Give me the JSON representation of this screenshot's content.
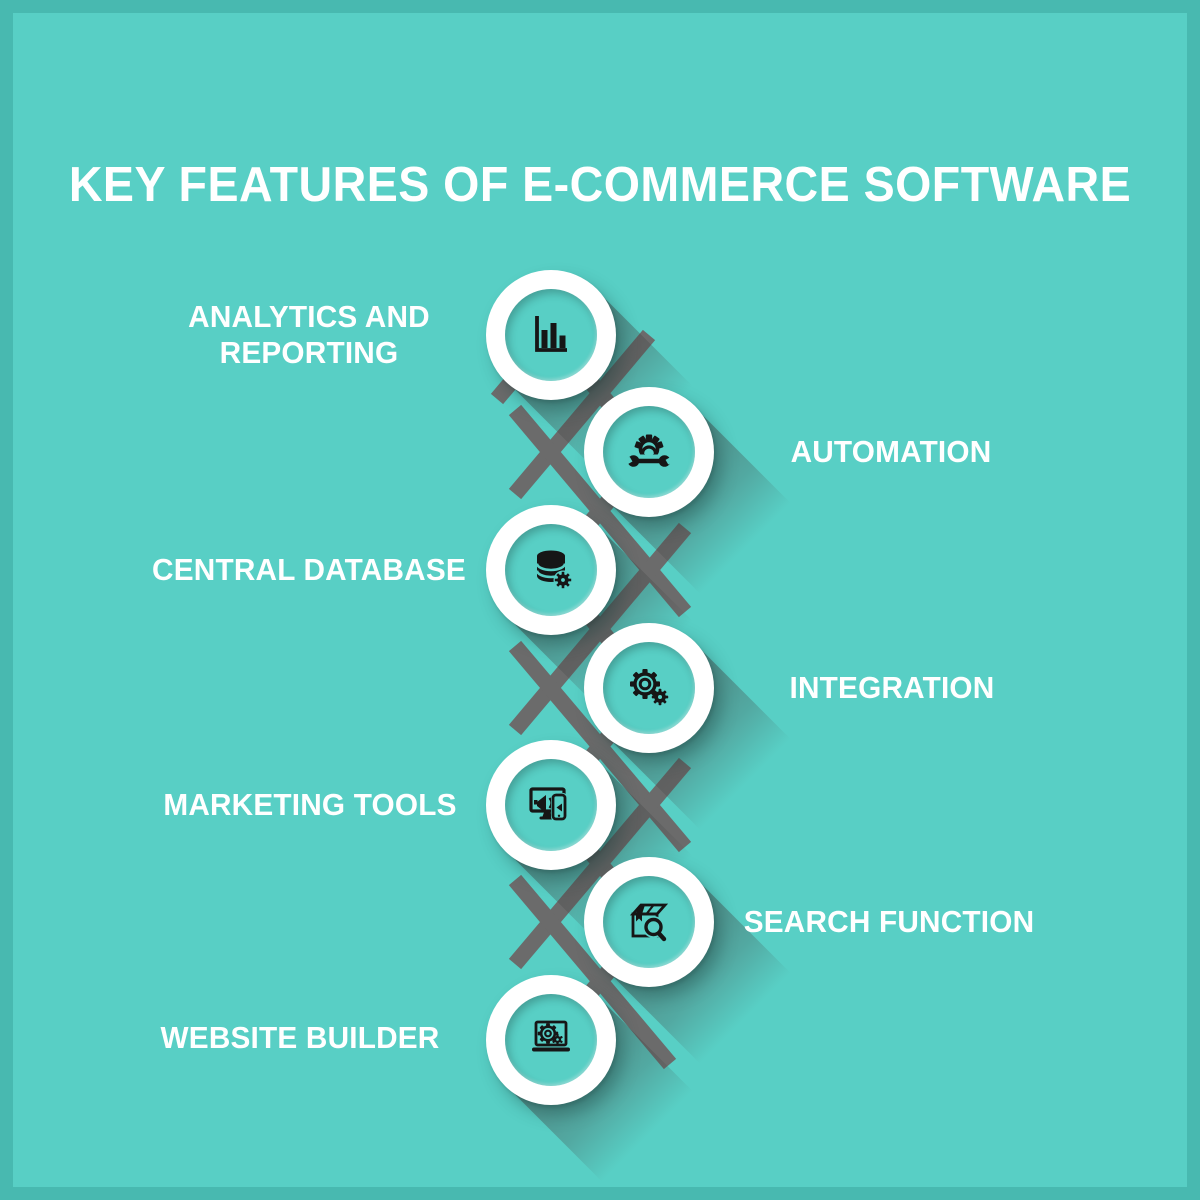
{
  "title": "KEY FEATURES OF E-COMMERCE SOFTWARE",
  "features": [
    {
      "label": "ANALYTICS AND REPORTING",
      "label_lines": [
        "ANALYTICS AND",
        "REPORTING"
      ],
      "icon": "bar-chart-icon",
      "side": "left"
    },
    {
      "label": "AUTOMATION",
      "icon": "gear-wrench-icon",
      "side": "right"
    },
    {
      "label": "CENTRAL DATABASE",
      "icon": "database-gear-icon",
      "side": "left"
    },
    {
      "label": "INTEGRATION",
      "icon": "gears-icon",
      "side": "right"
    },
    {
      "label": "MARKETING TOOLS",
      "icon": "devices-megaphone-icon",
      "side": "left"
    },
    {
      "label": "SEARCH FUNCTION",
      "icon": "package-search-icon",
      "side": "right"
    },
    {
      "label": "WEBSITE BUILDER",
      "icon": "laptop-gear-icon",
      "side": "left"
    }
  ],
  "colors": {
    "background": "#58CFC5",
    "connector": "#6B6B6B",
    "circle": "#FFFFFF",
    "icon": "#161616",
    "text": "#FFFFFF"
  }
}
